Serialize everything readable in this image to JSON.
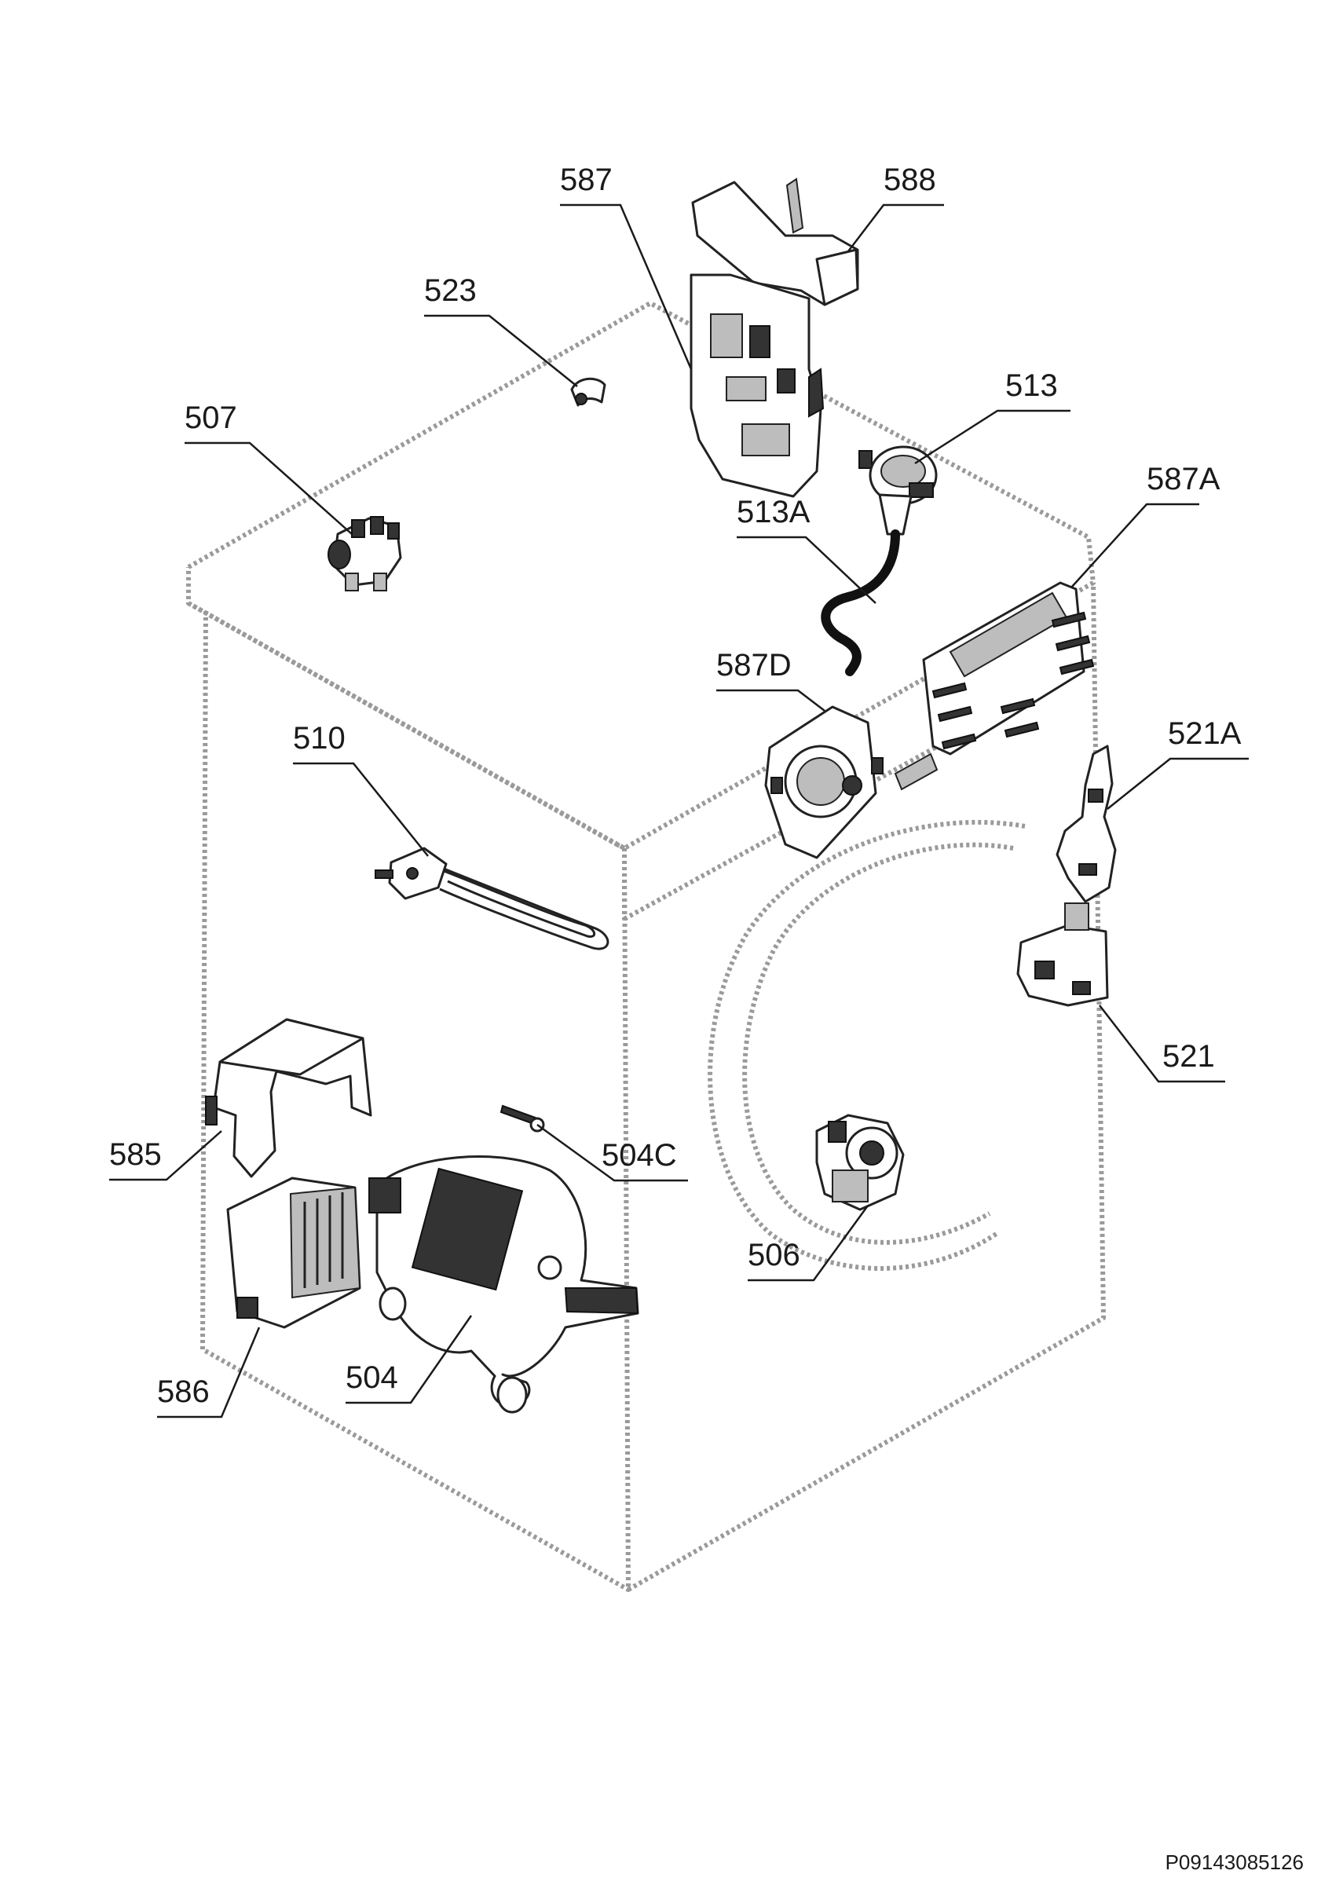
{
  "diagram": {
    "reference_code": "P09143085126",
    "callouts": [
      {
        "id": "588",
        "label": "588"
      },
      {
        "id": "587",
        "label": "587"
      },
      {
        "id": "523",
        "label": "523"
      },
      {
        "id": "513",
        "label": "513"
      },
      {
        "id": "507",
        "label": "507"
      },
      {
        "id": "587A",
        "label": "587A"
      },
      {
        "id": "513A",
        "label": "513A"
      },
      {
        "id": "587D",
        "label": "587D"
      },
      {
        "id": "510",
        "label": "510"
      },
      {
        "id": "521A",
        "label": "521A"
      },
      {
        "id": "521",
        "label": "521"
      },
      {
        "id": "585",
        "label": "585"
      },
      {
        "id": "504C",
        "label": "504C"
      },
      {
        "id": "506",
        "label": "506"
      },
      {
        "id": "586",
        "label": "586"
      },
      {
        "id": "504",
        "label": "504"
      }
    ]
  }
}
